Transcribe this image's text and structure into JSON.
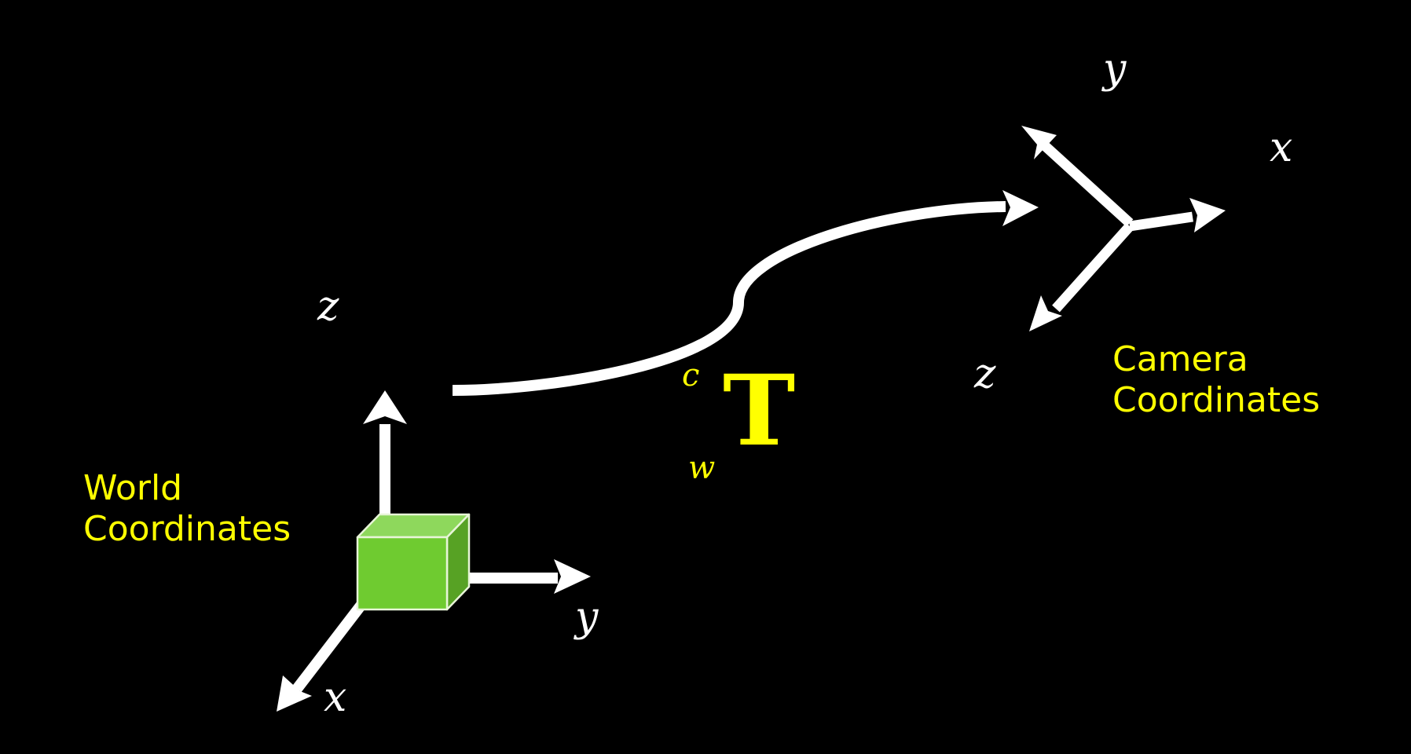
{
  "colors": {
    "background": "#000000",
    "axes": "#ffffff",
    "label_accent": "#ffff00",
    "cube_front": "#6fcb30",
    "cube_top": "#8ed85c",
    "cube_side": "#57a224",
    "cube_edge": "#e8f5d8"
  },
  "world_frame": {
    "caption_line1": "World",
    "caption_line2": "Coordinates",
    "axis_x_label": "x",
    "axis_y_label": "y",
    "axis_z_label": "z"
  },
  "camera_frame": {
    "caption_line1": "Camera",
    "caption_line2": "Coordinates",
    "axis_x_label": "x",
    "axis_y_label": "y",
    "axis_z_label": "z"
  },
  "transform": {
    "symbol": "T",
    "superscript": "c",
    "subscript": "w"
  }
}
